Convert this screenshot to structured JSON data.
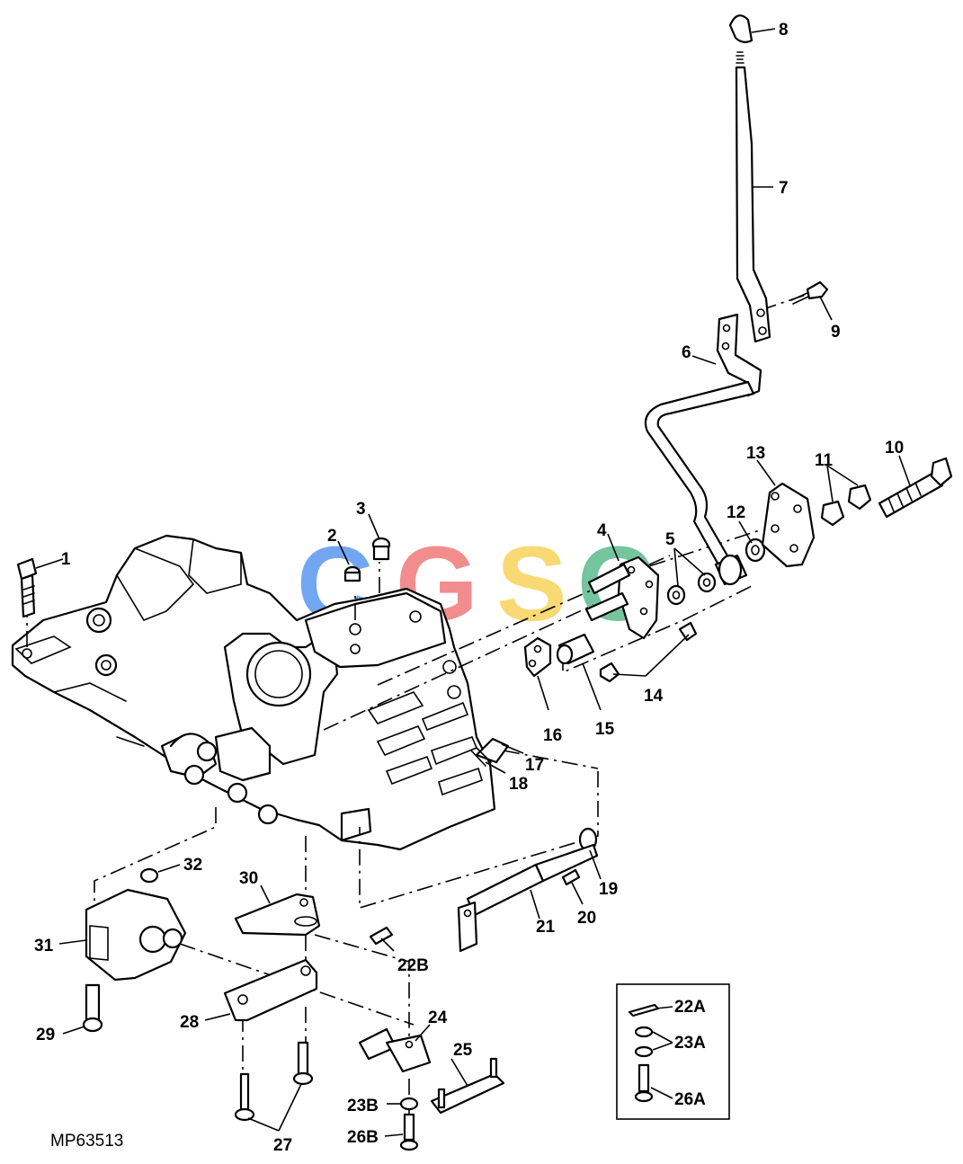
{
  "figure_id": "MP63513",
  "watermark": {
    "letters": [
      {
        "char": "C",
        "color": "#5b97f0"
      },
      {
        "char": "G",
        "color": "#f07a7a"
      },
      {
        "char": "S",
        "color": "#f7d35c"
      },
      {
        "char": "C",
        "color": "#5cba8e"
      }
    ]
  },
  "callouts": [
    "1",
    "2",
    "3",
    "4",
    "5",
    "6",
    "7",
    "8",
    "9",
    "10",
    "11",
    "12",
    "13",
    "14",
    "15",
    "16",
    "17",
    "18",
    "19",
    "20",
    "21",
    "22B",
    "24",
    "25",
    "23B",
    "26B",
    "27",
    "28",
    "29",
    "30",
    "31",
    "32"
  ],
  "legend_box": {
    "items": [
      "22A",
      "23A",
      "26A"
    ]
  },
  "colors": {
    "line": "#000000",
    "background": "#ffffff"
  }
}
